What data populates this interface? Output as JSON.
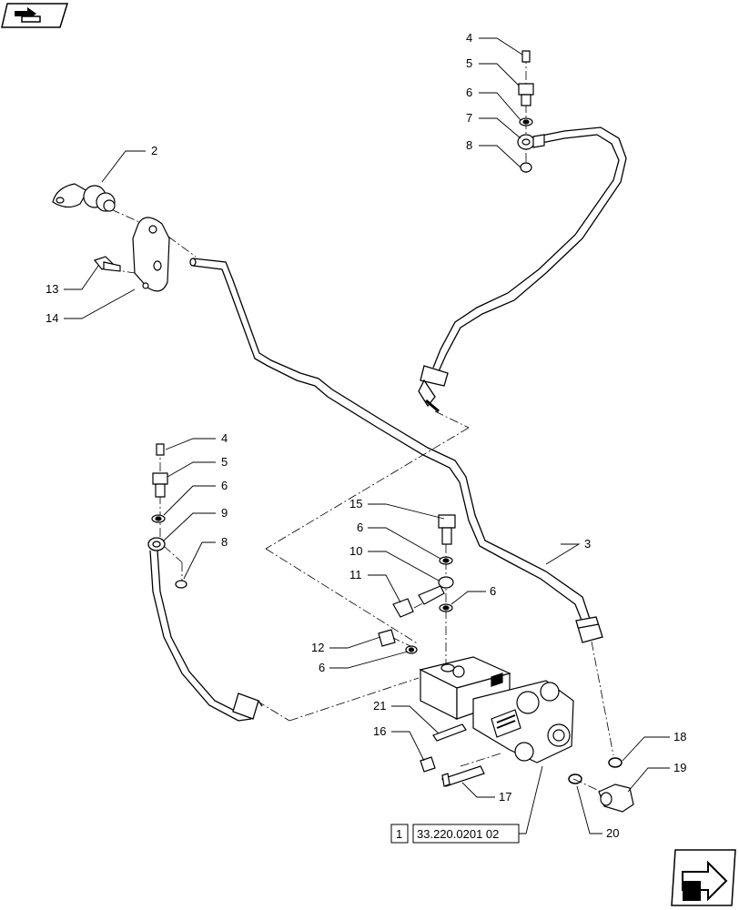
{
  "nav": {
    "prev_icon": "back-arrow-icon",
    "next_icon": "forward-arrow-icon"
  },
  "callouts": {
    "c2": "2",
    "c3": "3",
    "c4a": "4",
    "c5a": "5",
    "c6a": "6",
    "c7": "7",
    "c8a": "8",
    "c13": "13",
    "c14": "14",
    "c4b": "4",
    "c5b": "5",
    "c6b": "6",
    "c9": "9",
    "c8b": "8",
    "c15": "15",
    "c6c": "6",
    "c10": "10",
    "c11": "11",
    "c6d": "6",
    "c12": "12",
    "c6e": "6",
    "c21": "21",
    "c16": "16",
    "c17": "17",
    "c18": "18",
    "c19": "19",
    "c20": "20"
  },
  "reference": {
    "index": "1",
    "code": "33.220.0201 02"
  },
  "colors": {
    "line": "#000000",
    "fill": "#ffffff",
    "shade": "#d9d9d9"
  }
}
